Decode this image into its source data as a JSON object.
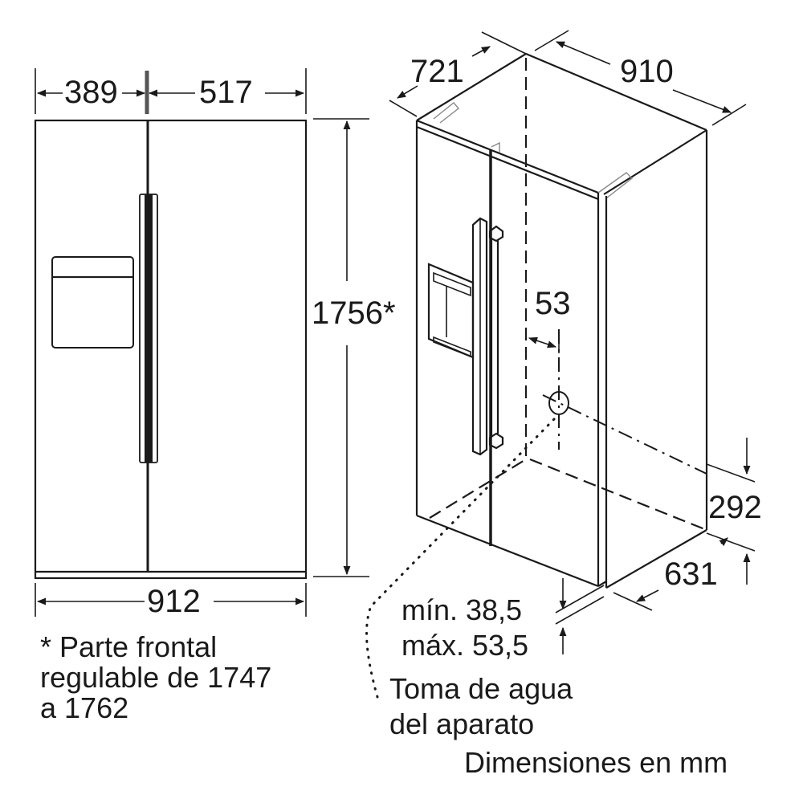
{
  "front_view": {
    "width_left": "389",
    "width_right": "517",
    "total_width": "912",
    "height": "1756*",
    "footnote": {
      "line1": "* Parte frontal",
      "line2": "regulable de 1747",
      "line3": "a 1762"
    }
  },
  "iso_view": {
    "depth": "721",
    "width": "910",
    "water_offset": "53",
    "water_height": "292",
    "door_depth": "631",
    "gap_min": "mín. 38,5",
    "gap_max": "máx. 53,5",
    "water_inlet_label": {
      "line1": "Toma de agua",
      "line2": "del aparato"
    }
  },
  "units_note": "Dimensiones en mm",
  "colors": {
    "line": "#1a1a1a",
    "background": "#ffffff",
    "hinge": "#888888"
  }
}
